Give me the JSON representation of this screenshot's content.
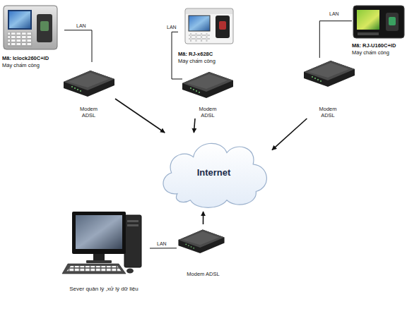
{
  "diagram": {
    "nodes": [
      {
        "text": [
          "Mã: Iclock260C+ID",
          "Máy chấm công"
        ]
      },
      {
        "text": [
          "Mã: RJ-x628C",
          "Máy chấm công"
        ]
      },
      {
        "text": [
          "Mã: RJ-U160C+ID",
          "Máy chấm công"
        ]
      },
      {
        "text": [
          "Modem ADSL"
        ]
      },
      {
        "text": [
          "Modem ADSL"
        ]
      },
      {
        "text": [
          "Modem ADSL"
        ]
      },
      {
        "text": [
          "Internet"
        ]
      },
      {
        "text": [
          "Sever quản lý ,xử lý dữ liệu"
        ]
      },
      {
        "text": [
          "Modem ADSL"
        ]
      }
    ],
    "edges": [
      {
        "from": 0,
        "to": 3,
        "label": "LAN",
        "arrow": "none"
      },
      {
        "from": 1,
        "to": 4,
        "label": "LAN",
        "arrow": "none"
      },
      {
        "from": 2,
        "to": 5,
        "label": "LAN",
        "arrow": "none"
      },
      {
        "from": 3,
        "to": 6,
        "arrow": "to"
      },
      {
        "from": 4,
        "to": 6,
        "arrow": "to"
      },
      {
        "from": 5,
        "to": 6,
        "arrow": "to"
      },
      {
        "from": 7,
        "to": 8,
        "label": "LAN",
        "arrow": "none"
      },
      {
        "from": 8,
        "to": 6,
        "arrow": "to"
      }
    ]
  }
}
